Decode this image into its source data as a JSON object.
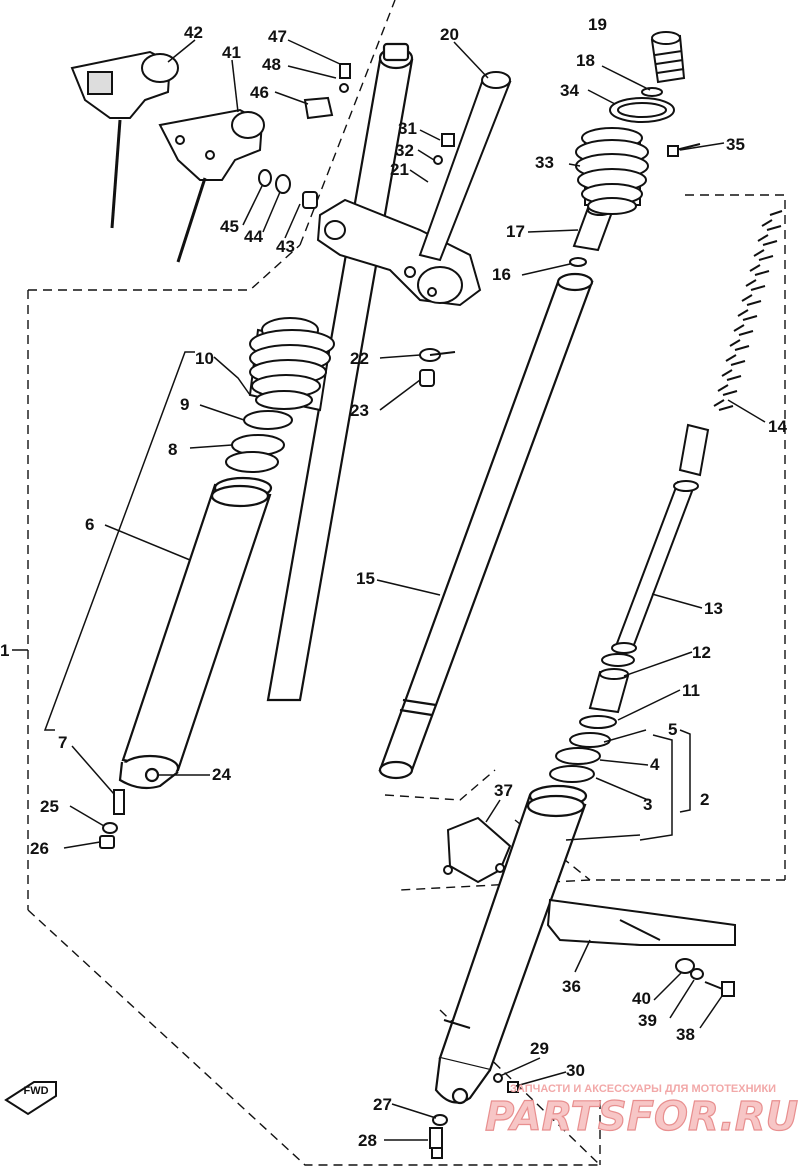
{
  "diagram": {
    "callouts": [
      "1",
      "2",
      "3",
      "4",
      "5",
      "6",
      "7",
      "8",
      "9",
      "10",
      "11",
      "12",
      "13",
      "14",
      "15",
      "16",
      "17",
      "18",
      "19",
      "20",
      "21",
      "22",
      "23",
      "24",
      "25",
      "26",
      "27",
      "28",
      "29",
      "30",
      "31",
      "32",
      "33",
      "34",
      "35",
      "36",
      "37",
      "38",
      "39",
      "40",
      "41",
      "42",
      "43",
      "44",
      "45",
      "46",
      "47",
      "48"
    ],
    "fwd_label": "FWD",
    "watermark_caption": "ЗАПЧАСТИ И АКСЕССУАРЫ ДЛЯ МОТОТЕХНИКИ",
    "watermark_logo": "PARTSFOR.RU"
  },
  "colors": {
    "ink": "#111111",
    "paper": "#ffffff",
    "watermark": "#f2a8a8"
  }
}
